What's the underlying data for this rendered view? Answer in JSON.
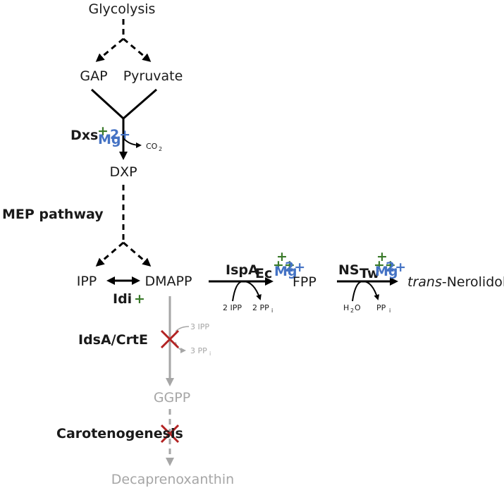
{
  "diagram": {
    "nodes": {
      "glycolysis": "Glycolysis",
      "gap": "GAP",
      "pyruvate": "Pyruvate",
      "dxp": "DXP",
      "ipp": "IPP",
      "dmapp": "DMAPP",
      "fpp": "FPP",
      "nerolidol_italic": "trans",
      "nerolidol_rest": "-Nerolidol",
      "ggpp": "GGPP",
      "decaprenoxanthin": "Decaprenoxanthin"
    },
    "labels": {
      "mep_pathway": "MEP pathway",
      "carotenogenesis": "Carotenogenesis"
    },
    "enzymes": {
      "dxs": {
        "name": "Dxs",
        "plus": "+",
        "cofactor": "Mg",
        "cofactor_charge": "2+"
      },
      "idi": {
        "name": "Idi",
        "plus": "+"
      },
      "idsa": {
        "name": "IdsA/CrtE"
      },
      "ispa": {
        "name": "IspA",
        "subscript": "Ec",
        "plus_top": "+",
        "plus_mid": "++",
        "cofactor": "Mg",
        "cofactor_charge": "2+"
      },
      "ns": {
        "name": "NS",
        "subscript": "Tw",
        "plus_top": "+",
        "plus_mid": "++",
        "cofactor": "Mg",
        "cofactor_charge": "2+"
      }
    },
    "side_products": {
      "co2_main": "CO",
      "co2_sub": "2",
      "ispa_in": "2 IPP",
      "ispa_out_main": "2 PP",
      "ispa_out_sub": "i",
      "ns_in_main": "H",
      "ns_in_sub": "2",
      "ns_in_tail": "O",
      "ns_out_main": "PP",
      "ns_out_sub": "i",
      "idsa_in": "3 IPP",
      "idsa_out_main": "3 PP",
      "idsa_out_sub": "i"
    },
    "colors": {
      "active": "#000000",
      "blocked_path": "#a6a6a6",
      "block_mark": "#b22222",
      "overexpression": "#3a7a2a",
      "cofactor": "#4472c4"
    }
  }
}
